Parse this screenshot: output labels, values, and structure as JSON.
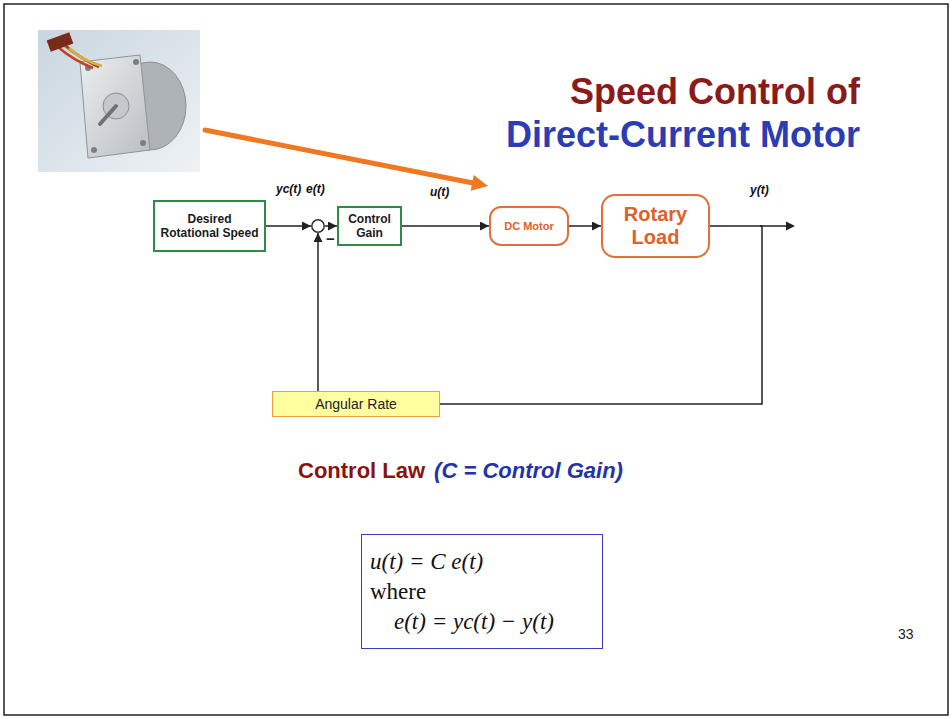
{
  "diagram": {
    "title": "Speed Control of Direct-Current Motor",
    "nodes": [
      {
        "text": [
          "Desired Rotational Speed"
        ]
      },
      {
        "text": [
          "−"
        ]
      },
      {
        "text": [
          "Control Gain"
        ]
      },
      {
        "text": [
          "DC Motor"
        ]
      },
      {
        "text": [
          "Rotary Load"
        ]
      },
      {
        "text": [
          "Angular Rate"
        ]
      },
      {
        "text": [
          "u(t) = C e(t)",
          "where",
          "e(t) = yc(t) − y(t)"
        ]
      }
    ],
    "edges": [
      {
        "from": 0,
        "to": 1,
        "arrow": "to"
      },
      {
        "from": 1,
        "to": 2,
        "arrow": "to"
      },
      {
        "from": 2,
        "to": 3,
        "arrow": "to"
      },
      {
        "from": 3,
        "to": 4,
        "arrow": "to"
      },
      {
        "from": 4,
        "to": 5,
        "arrow": "none"
      },
      {
        "from": 5,
        "to": 1,
        "arrow": "to"
      }
    ],
    "labels": [
      "yc(t)",
      "e(t)",
      "u(t)",
      "y(t)",
      "Control Law",
      "(C = Control Gain)",
      "33"
    ]
  }
}
